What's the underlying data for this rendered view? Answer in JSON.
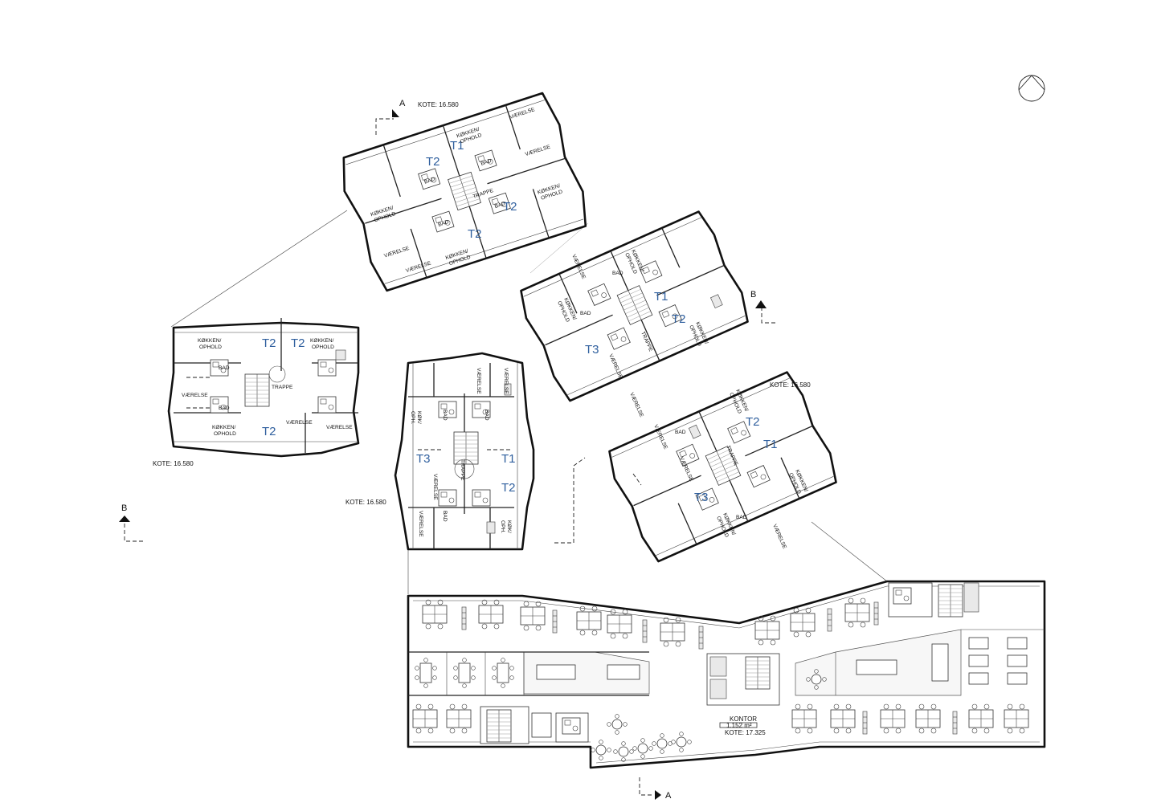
{
  "labels": {
    "koete_top": "KOTE: 16.580",
    "koete_left": "KOTE: 16.580",
    "koete_center": "KOTE: 16.580",
    "koete_right": "KOTE: 16.580",
    "section_a": "A",
    "section_b": "B",
    "office_name": "KONTOR",
    "office_area": "1.152 m²",
    "office_kote": "KOTE: 17.325",
    "kokken_ophold_1": "KØKKEN/",
    "kokken_ophold_2": "OPHOLD",
    "vaerelse": "VÆRELSE",
    "bad": "BAD",
    "trappe": "TRAPPE",
    "kok": "KØK/",
    "oph": "OPH.",
    "t1": "T1",
    "t2": "T2",
    "t3": "T3"
  }
}
